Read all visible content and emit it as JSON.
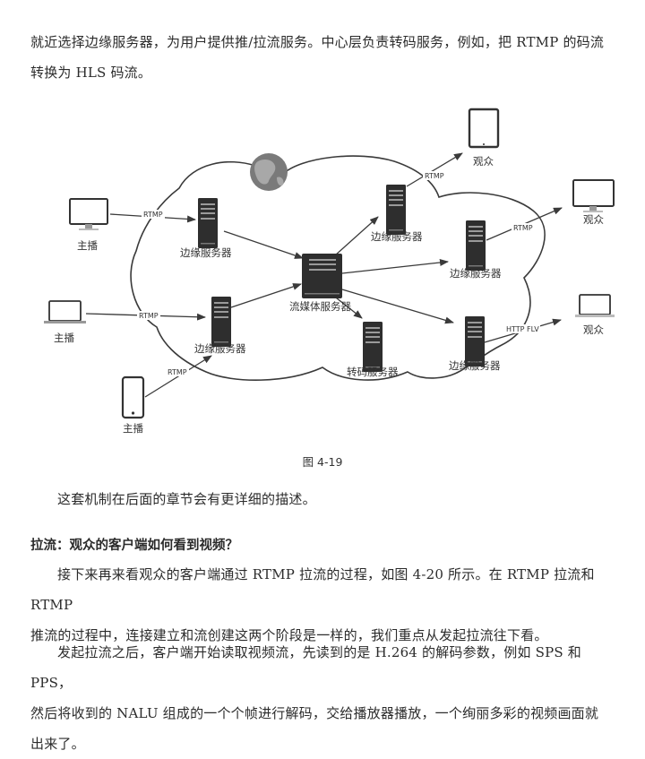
{
  "paragraphs": {
    "intro_line1": "就近选择边缘服务器，为用户提供推/拉流服务。中心层负责转码服务，例如，把 RTMP 的码流",
    "intro_line2": "转换为 HLS 码流。",
    "mechanism": "这套机制在后面的章节会有更详细的描述。",
    "pull_p1_line1": "接下来再来看观众的客户端通过 RTMP 拉流的过程，如图 4-20 所示。在 RTMP 拉流和 RTMP",
    "pull_p1_line2": "推流的过程中，连接建立和流创建这两个阶段是一样的，我们重点从发起拉流往下看。",
    "pull_p2_line1": "发起拉流之后，客户端开始读取视频流，先读到的是 H.264 的解码参数，例如 SPS 和 PPS，",
    "pull_p2_line2": "然后将收到的 NALU 组成的一个个帧进行解码，交给播放器播放，一个绚丽多彩的视频画面就",
    "pull_p2_line3": "出来了。"
  },
  "section_heading": "拉流：观众的客户端如何看到视频？",
  "figure": {
    "caption": "图 4-19",
    "labels": {
      "broadcaster": "主播",
      "viewer": "观众",
      "edge_server": "边缘服务器",
      "media_server": "流媒体服务器",
      "transcode_server": "转码服务器"
    },
    "protocols": {
      "rtmp": "RTMP",
      "http_flv": "HTTP FLV"
    },
    "icons": [
      "desktop-icon",
      "laptop-icon",
      "phone-icon",
      "tablet-icon",
      "server-icon",
      "globe-icon",
      "cloud-shape"
    ],
    "colors": {
      "stroke": "#3a3a3a",
      "server": "#2e2e2e",
      "globe": "#6b6b6b"
    }
  }
}
